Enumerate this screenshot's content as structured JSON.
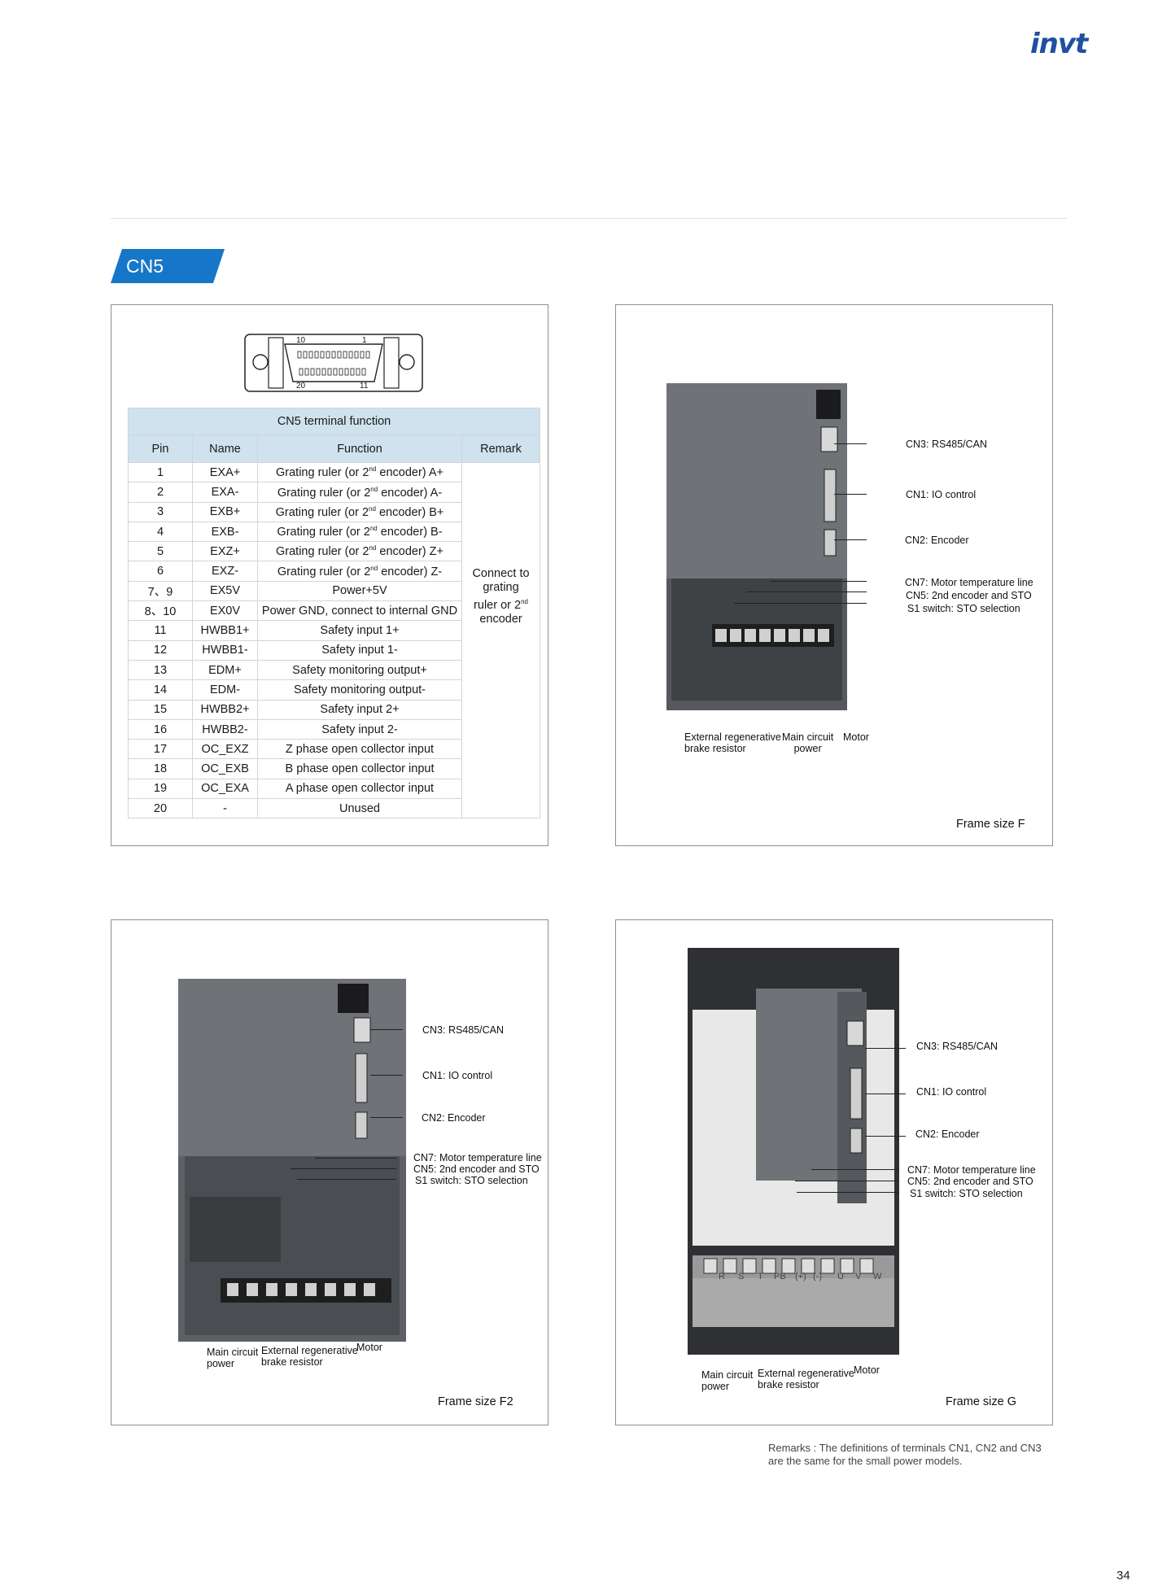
{
  "brand": {
    "logo_text": "invt"
  },
  "section": {
    "tag": "CN5"
  },
  "connector": {
    "pin_top_left": "10",
    "pin_top_right": "1",
    "pin_bottom_left": "20",
    "pin_bottom_right": "11"
  },
  "table": {
    "caption": "CN5 terminal function",
    "headers": [
      "Pin",
      "Name",
      "Function",
      "Remark"
    ],
    "rows": [
      {
        "pin": "1",
        "name": "EXA+",
        "func_pre": "Grating ruler (or 2",
        "func_suf": " encoder) A+"
      },
      {
        "pin": "2",
        "name": "EXA-",
        "func_pre": "Grating ruler (or 2",
        "func_suf": " encoder) A-"
      },
      {
        "pin": "3",
        "name": "EXB+",
        "func_pre": "Grating ruler (or 2",
        "func_suf": " encoder) B+"
      },
      {
        "pin": "4",
        "name": "EXB-",
        "func_pre": "Grating ruler (or 2",
        "func_suf": " encoder) B-"
      },
      {
        "pin": "5",
        "name": "EXZ+",
        "func_pre": "Grating ruler (or 2",
        "func_suf": " encoder) Z+"
      },
      {
        "pin": "6",
        "name": "EXZ-",
        "func_pre": "Grating ruler (or 2",
        "func_suf": " encoder) Z-"
      },
      {
        "pin": "7、9",
        "name": "EX5V",
        "func": "Power+5V"
      },
      {
        "pin": "8、10",
        "name": "EX0V",
        "func": "Power GND, connect to internal GND"
      },
      {
        "pin": "11",
        "name": "HWBB1+",
        "func": "Safety input 1+"
      },
      {
        "pin": "12",
        "name": "HWBB1-",
        "func": "Safety input 1-"
      },
      {
        "pin": "13",
        "name": "EDM+",
        "func": "Safety monitoring output+"
      },
      {
        "pin": "14",
        "name": "EDM-",
        "func": "Safety monitoring output-"
      },
      {
        "pin": "15",
        "name": "HWBB2+",
        "func": "Safety input 2+"
      },
      {
        "pin": "16",
        "name": "HWBB2-",
        "func": "Safety input 2-"
      },
      {
        "pin": "17",
        "name": "OC_EXZ",
        "func": "Z phase open collector input"
      },
      {
        "pin": "18",
        "name": "OC_EXB",
        "func": "B phase open collector input"
      },
      {
        "pin": "19",
        "name": "OC_EXA",
        "func": "A phase open collector input"
      },
      {
        "pin": "20",
        "name": "-",
        "func": "Unused"
      }
    ],
    "sup": "nd",
    "remark_line1": "Connect to",
    "remark_line2": "grating",
    "remark_line3_pre": "ruler or 2",
    "remark_line4": "encoder"
  },
  "figures": {
    "F": {
      "frame": "Frame size F",
      "cn3": "CN3: RS485/CAN",
      "cn1": "CN1: IO control",
      "cn2": "CN2: Encoder",
      "cn7": "CN7: Motor temperature line",
      "cn5": "CN5: 2nd encoder and STO",
      "s1": "S1 switch: STO selection",
      "brake1": "External regenerative",
      "brake2": "brake resistor",
      "main1": "Main circuit",
      "main2": "power",
      "motor": "Motor"
    },
    "F2": {
      "frame": "Frame size F2",
      "cn3": "CN3: RS485/CAN",
      "cn1": "CN1: IO control",
      "cn2": "CN2: Encoder",
      "cn7": "CN7: Motor temperature line",
      "cn5": "CN5: 2nd encoder and STO",
      "s1": "S1 switch: STO selection",
      "main1": "Main circuit",
      "main2": "power",
      "brake1": "External regenerative",
      "brake2": "brake resistor",
      "motor": "Motor"
    },
    "G": {
      "frame": "Frame size G",
      "cn3": "CN3: RS485/CAN",
      "cn1": "CN1: IO control",
      "cn2": "CN2: Encoder",
      "cn7": "CN7: Motor temperature line",
      "cn5": "CN5: 2nd encoder and STO",
      "s1": "S1 switch: STO selection",
      "main1": "Main circuit",
      "main2": "power",
      "brake1": "External regenerative",
      "brake2": "brake resistor",
      "motor": "Motor",
      "terms": [
        "R",
        "S",
        "T",
        "PB",
        "(+)",
        "(-)",
        "U",
        "V",
        "W"
      ]
    }
  },
  "remark": {
    "line1": "Remarks : The definitions of terminals CN1, CN2 and CN3",
    "line2": "are the same for the small power models."
  },
  "page_number": "34"
}
